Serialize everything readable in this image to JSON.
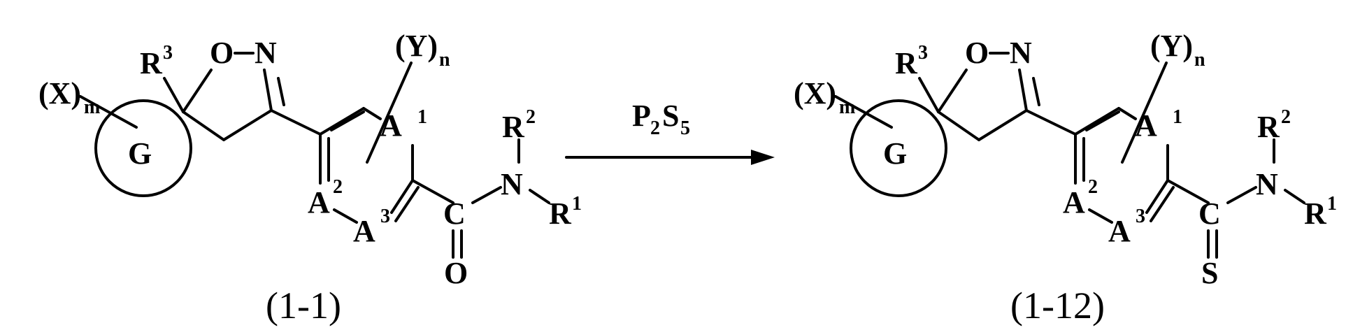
{
  "scheme": {
    "reagent": {
      "main": "P",
      "sub1": "2",
      "mid": "S",
      "sub2": "5"
    },
    "reactant": {
      "label": "(1-1)",
      "ring": "G",
      "x_group": "(X)",
      "x_sub": "m",
      "y_group": "(Y)",
      "y_sub": "n",
      "r3": "R",
      "r3_sup": "3",
      "ox": "O",
      "nx": "N",
      "a1": "A",
      "a1_sup": "1",
      "a2": "A",
      "a2_sup": "2",
      "a3": "A",
      "a3_sup": "3",
      "c": "C",
      "n_amide": "N",
      "r1": "R",
      "r1_sup": "1",
      "r2": "R",
      "r2_sup": "2",
      "hetero": "O"
    },
    "product": {
      "label": "(1-12)",
      "ring": "G",
      "x_group": "(X)",
      "x_sub": "m",
      "y_group": "(Y)",
      "y_sub": "n",
      "r3": "R",
      "r3_sup": "3",
      "ox": "O",
      "nx": "N",
      "a1": "A",
      "a1_sup": "1",
      "a2": "A",
      "a2_sup": "2",
      "a3": "A",
      "a3_sup": "3",
      "c": "C",
      "n_amide": "N",
      "r1": "R",
      "r1_sup": "1",
      "r2": "R",
      "r2_sup": "2",
      "hetero": "S"
    }
  }
}
